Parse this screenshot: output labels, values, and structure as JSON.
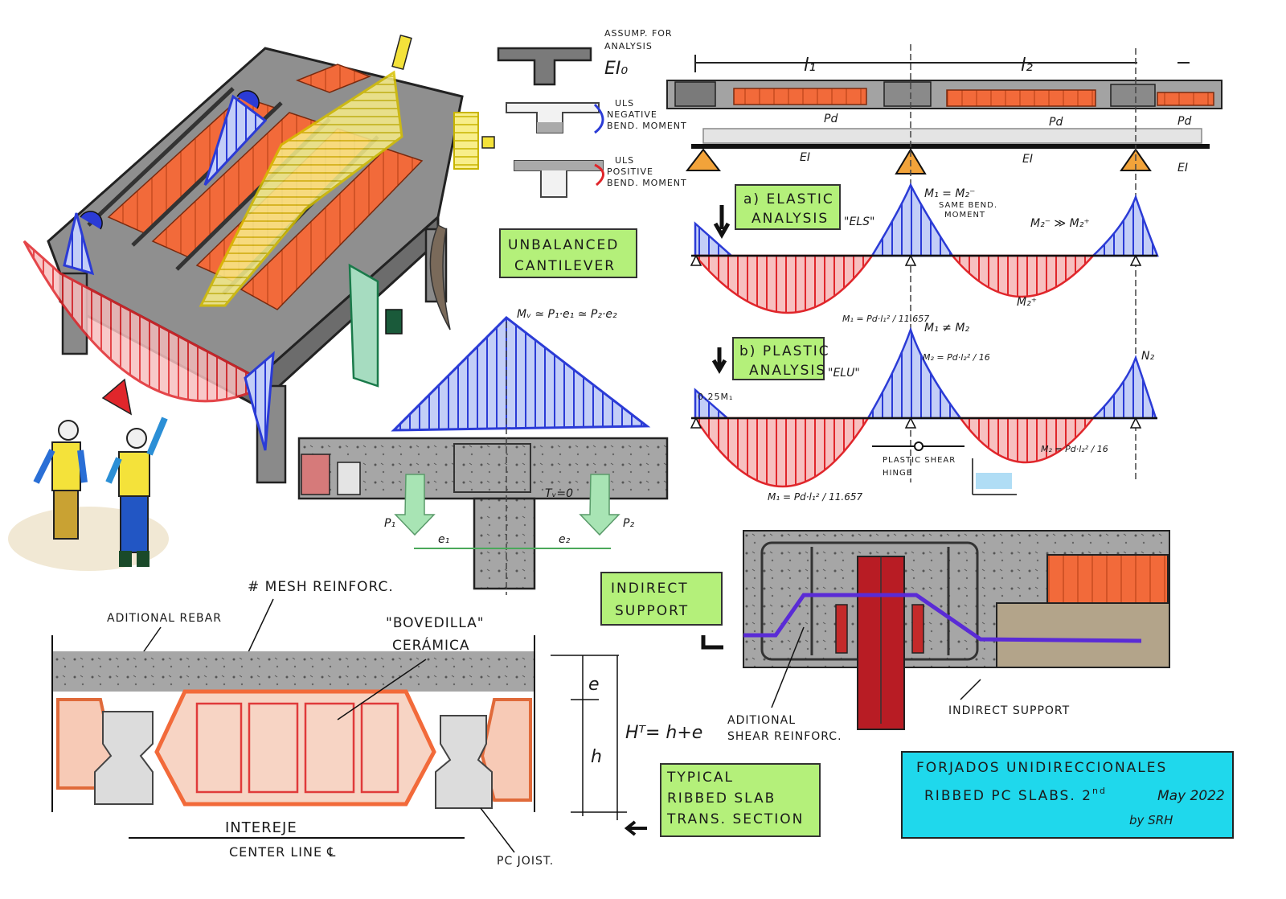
{
  "colors": {
    "concrete": "#9a9a9a",
    "concrete_dark": "#6f6f6f",
    "brick": "#f26a3a",
    "brick_light": "#f7c3a8",
    "negative": "#2b3bd6",
    "negative_fill": "#b9c6f5",
    "positive": "#e0262b",
    "positive_fill": "#f6b4b4",
    "note_green": "#b4f07a",
    "title_cyan": "#1fd8ec",
    "yellow": "#f4e23a",
    "support": "#f2a33a",
    "hinge_purple": "#6a2bd6",
    "steel_red": "#b81c24"
  },
  "legend": {
    "assump": "ASSUMP. FOR\nANALYSIS",
    "ei": "EI₀",
    "uls_negative": "ULS\nNEGATIVE\nBEND. MOMENT",
    "uls_positive": "ULS\nPOSITIVE\nBEND. MOMENT"
  },
  "beam": {
    "l1": "l₁",
    "l2": "l₂",
    "pd": "Pd",
    "ei": "EI"
  },
  "elastic": {
    "box": "a) ELASTIC\nANALYSIS",
    "els": "\"ELS\"",
    "m1m2": "M₁ = M₂⁻",
    "same": "SAME BEND.\nMOMENT",
    "m2rel": "M₂⁻ ≫ M₂⁺",
    "m2plus": "M₂⁺"
  },
  "plastic": {
    "box": "b) PLASTIC\nANALYSIS",
    "elu": "\"ELU\"",
    "m1eq": "M₁ = Pd·l₁² / 11.657",
    "m1neq": "M₁ ≠ M₂",
    "m2eq": "M₂ = Pd·l₂² / 16",
    "n2": "N₂",
    "m025": "0.25M₁",
    "hinge": "PLASTIC SHEAR\nHINGE",
    "m2bot": "M₂ = Pd·l₂² / 16",
    "m1bot": "M₁ = Pd·l₁² / 11.657"
  },
  "cantilever": {
    "box": "UNBALANCED\nCANTILEVER",
    "mv": "Mᵥ ≃ P₁·e₁ ≃ P₂·e₂",
    "tv": "Tᵥ=0",
    "p1": "P₁",
    "p2": "P₂",
    "e1": "e₁",
    "e2": "e₂"
  },
  "section": {
    "mesh": "# MESH REINFORC.",
    "rebar": "ADITIONAL REBAR",
    "bovedilla": "\"BOVEDILLA\"\nCERÁMICA",
    "e": "e",
    "h": "h",
    "ht": "Hᵀ= h+e",
    "intereje": "INTEREJE",
    "center": "CENTER LINE ℄",
    "joist": "PC JOIST.",
    "box": "TYPICAL\nRIBBED SLAB\nTRANS. SECTION"
  },
  "indirect": {
    "box": "INDIRECT\nSUPPORT",
    "shear": "ADITIONAL\nSHEAR REINFORC.",
    "label": "INDIRECT SUPPORT"
  },
  "title": {
    "line1": "FORJADOS UNIDIRECCIONALES",
    "line2": "RIBBED PC SLABS. 2",
    "sup": "nd",
    "date": "May 2022",
    "author": "by SRH"
  }
}
